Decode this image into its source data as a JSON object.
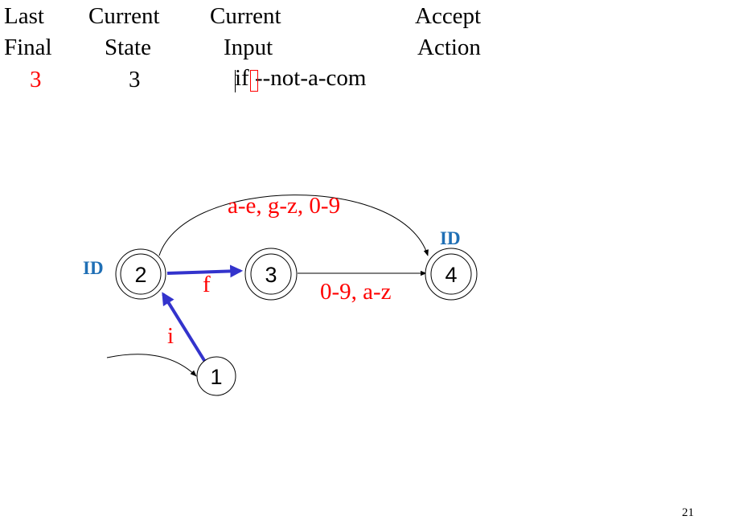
{
  "table": {
    "headers": [
      {
        "line1": "Last",
        "line2": "Final"
      },
      {
        "line1": "Current",
        "line2": "State"
      },
      {
        "line1": "Current",
        "line2": "Input"
      },
      {
        "line1": "Accept",
        "line2": "Action"
      }
    ],
    "last_final": "3",
    "current_state": "3",
    "current_input": "if --not-a-com",
    "accept_action": ""
  },
  "diagram": {
    "states": [
      {
        "id": "1",
        "accepting": false
      },
      {
        "id": "2",
        "accepting": true,
        "tag": "ID"
      },
      {
        "id": "3",
        "accepting": true
      },
      {
        "id": "4",
        "accepting": true,
        "tag": "ID"
      }
    ],
    "edges": [
      {
        "from": "start",
        "to": "1",
        "label": ""
      },
      {
        "from": "1",
        "to": "2",
        "label": "i",
        "highlighted": true
      },
      {
        "from": "2",
        "to": "3",
        "label": "f",
        "highlighted": true
      },
      {
        "from": "3",
        "to": "4",
        "label": "0-9, a-z",
        "highlighted": false
      },
      {
        "from": "2",
        "to": "4",
        "label": "a-e, g-z, 0-9",
        "highlighted": false
      }
    ]
  },
  "colors": {
    "highlight_edge": "#3333cc",
    "label_red": "#ff0000",
    "tag_blue": "#1f6fb5"
  },
  "page_number": "21"
}
